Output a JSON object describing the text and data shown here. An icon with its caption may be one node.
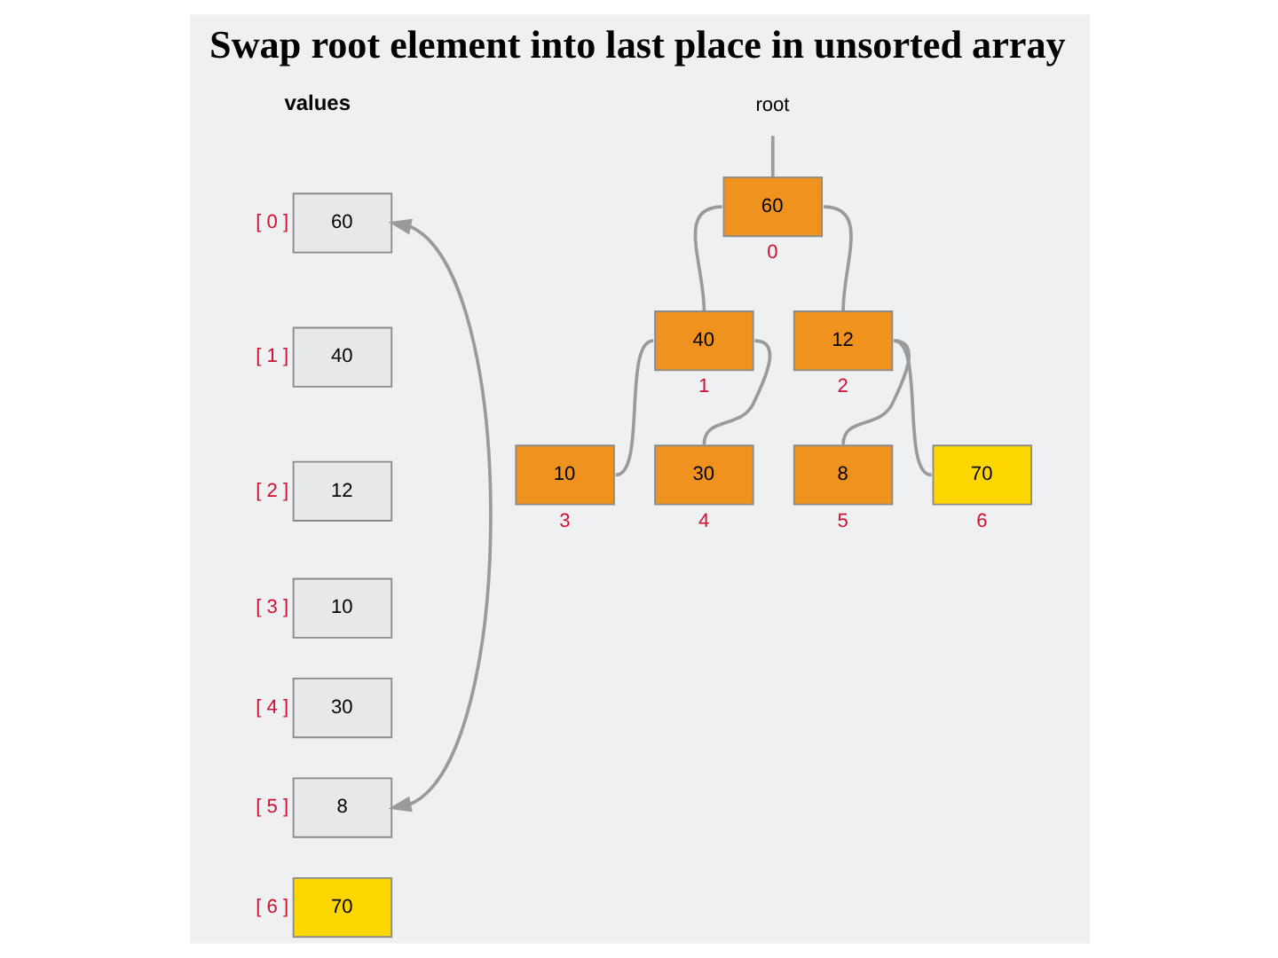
{
  "diagram": {
    "title": "Swap root element into last place in unsorted array",
    "nodes": [
      {
        "text": [
          "60"
        ],
        "beside": [
          "[ 0 ]"
        ]
      },
      {
        "text": [
          "40"
        ],
        "beside": [
          "[ 1 ]"
        ]
      },
      {
        "text": [
          "12"
        ],
        "beside": [
          "[ 2 ]"
        ]
      },
      {
        "text": [
          "10"
        ],
        "beside": [
          "[ 3 ]"
        ]
      },
      {
        "text": [
          "30"
        ],
        "beside": [
          "[ 4 ]"
        ]
      },
      {
        "text": [
          "8"
        ],
        "beside": [
          "[ 5 ]"
        ]
      },
      {
        "text": [
          "70"
        ],
        "beside": [
          "[ 6 ]"
        ]
      },
      {
        "text": [
          "root"
        ]
      },
      {
        "text": [
          "60"
        ],
        "beside": [
          "0"
        ]
      },
      {
        "text": [
          "40"
        ],
        "beside": [
          "1"
        ]
      },
      {
        "text": [
          "12"
        ],
        "beside": [
          "2"
        ]
      },
      {
        "text": [
          "10"
        ],
        "beside": [
          "3"
        ]
      },
      {
        "text": [
          "30"
        ],
        "beside": [
          "4"
        ]
      },
      {
        "text": [
          "8"
        ],
        "beside": [
          "5"
        ]
      },
      {
        "text": [
          "70"
        ],
        "beside": [
          "6"
        ]
      }
    ],
    "edges": [
      {
        "from": 5,
        "to": 0,
        "arrow": "both"
      },
      {
        "from": 7,
        "to": 8,
        "arrow": "none"
      },
      {
        "from": 8,
        "to": 9,
        "arrow": "none"
      },
      {
        "from": 8,
        "to": 10,
        "arrow": "none"
      },
      {
        "from": 9,
        "to": 11,
        "arrow": "none"
      },
      {
        "from": 9,
        "to": 12,
        "arrow": "none"
      },
      {
        "from": 10,
        "to": 13,
        "arrow": "none"
      },
      {
        "from": 10,
        "to": 14,
        "arrow": "none"
      }
    ],
    "labels": [
      "values"
    ]
  }
}
